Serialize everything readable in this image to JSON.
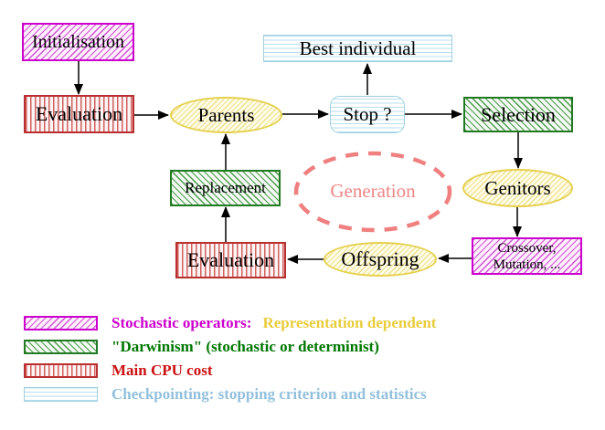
{
  "flowchart": {
    "nodes": {
      "initialisation": {
        "label": "Initialisation",
        "style": "stochastic-operator-magenta-hatch"
      },
      "evaluation_top": {
        "label": "Evaluation",
        "style": "cpu-cost-red-hatch"
      },
      "parents": {
        "label": "Parents",
        "style": "yellow-ellipse"
      },
      "stop": {
        "label": "Stop ?",
        "style": "checkpoint-cyan-hatch"
      },
      "best_individual": {
        "label": "Best individual",
        "style": "checkpoint-cyan-hatch"
      },
      "selection": {
        "label": "Selection",
        "style": "darwinism-green-hatch"
      },
      "genitors": {
        "label": "Genitors",
        "style": "yellow-ellipse"
      },
      "crossover_mutation": {
        "line1": "Crossover,",
        "line2": "Mutation, ...",
        "style": "stochastic-operator-magenta-hatch"
      },
      "offspring": {
        "label": "Offspring",
        "style": "yellow-ellipse"
      },
      "evaluation_bottom": {
        "label": "Evaluation",
        "style": "cpu-cost-red-hatch"
      },
      "replacement": {
        "label": "Replacement",
        "style": "darwinism-green-hatch"
      },
      "generation": {
        "label": "Generation",
        "style": "salmon-dashed-ellipse"
      }
    },
    "edges": [
      "initialisation->evaluation_top",
      "evaluation_top->parents",
      "parents->stop",
      "stop->best_individual",
      "stop->selection",
      "selection->genitors",
      "genitors->crossover_mutation",
      "crossover_mutation->offspring",
      "offspring->evaluation_bottom",
      "evaluation_bottom->replacement",
      "replacement->parents"
    ]
  },
  "legend": {
    "items": [
      {
        "swatch": "magenta-diagonal-hatch",
        "label": "Stochastic operators:",
        "label_secondary": "Representation dependent"
      },
      {
        "swatch": "green-diagonal-hatch",
        "label": "\"Darwinism\" (stochastic or determinist)"
      },
      {
        "swatch": "red-vertical-hatch",
        "label": "Main CPU cost"
      },
      {
        "swatch": "cyan-horizontal-hatch",
        "label": "Checkpointing: stopping criterion and statistics"
      }
    ]
  },
  "colors": {
    "stochastic_magenta": "#cc00cc",
    "darwinism_green": "#217a21",
    "cpu_red": "#b92e2e",
    "checkpoint_cyan": "#9fd0e0",
    "operator_yellow": "#e5d04e",
    "generation_salmon": "#f08080",
    "legend_text_magenta": "#cc00cc",
    "legend_text_gold": "#e8cc3c",
    "legend_text_green": "#007700",
    "legend_text_red": "#cc1111",
    "legend_text_blue": "#92c0dd"
  }
}
